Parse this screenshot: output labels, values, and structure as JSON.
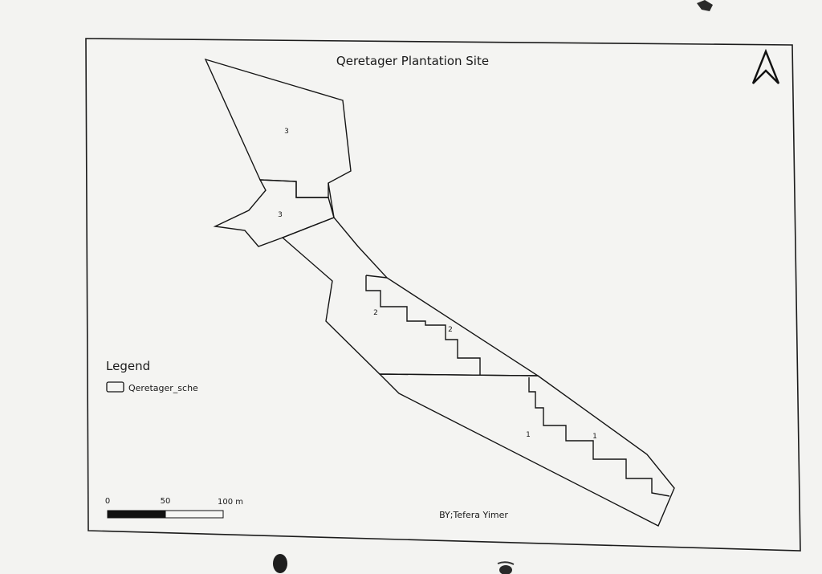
{
  "map": {
    "title": "Qeretager Plantation Site",
    "author": "BY;Tefera Yimer"
  },
  "legend": {
    "title": "Legend",
    "items": [
      {
        "label": "Qeretager_sche"
      }
    ]
  },
  "scale_bar": {
    "labels": [
      "0",
      "50",
      "100 m"
    ]
  },
  "parcels": [
    {
      "label": "3"
    },
    {
      "label": "3"
    },
    {
      "label": "2"
    },
    {
      "label": "2"
    },
    {
      "label": "1"
    },
    {
      "label": "1"
    }
  ],
  "colors": {
    "paper": "#f3f3f1",
    "ink": "#151515"
  },
  "north_arrow": {
    "icon": "north-arrow-icon"
  }
}
